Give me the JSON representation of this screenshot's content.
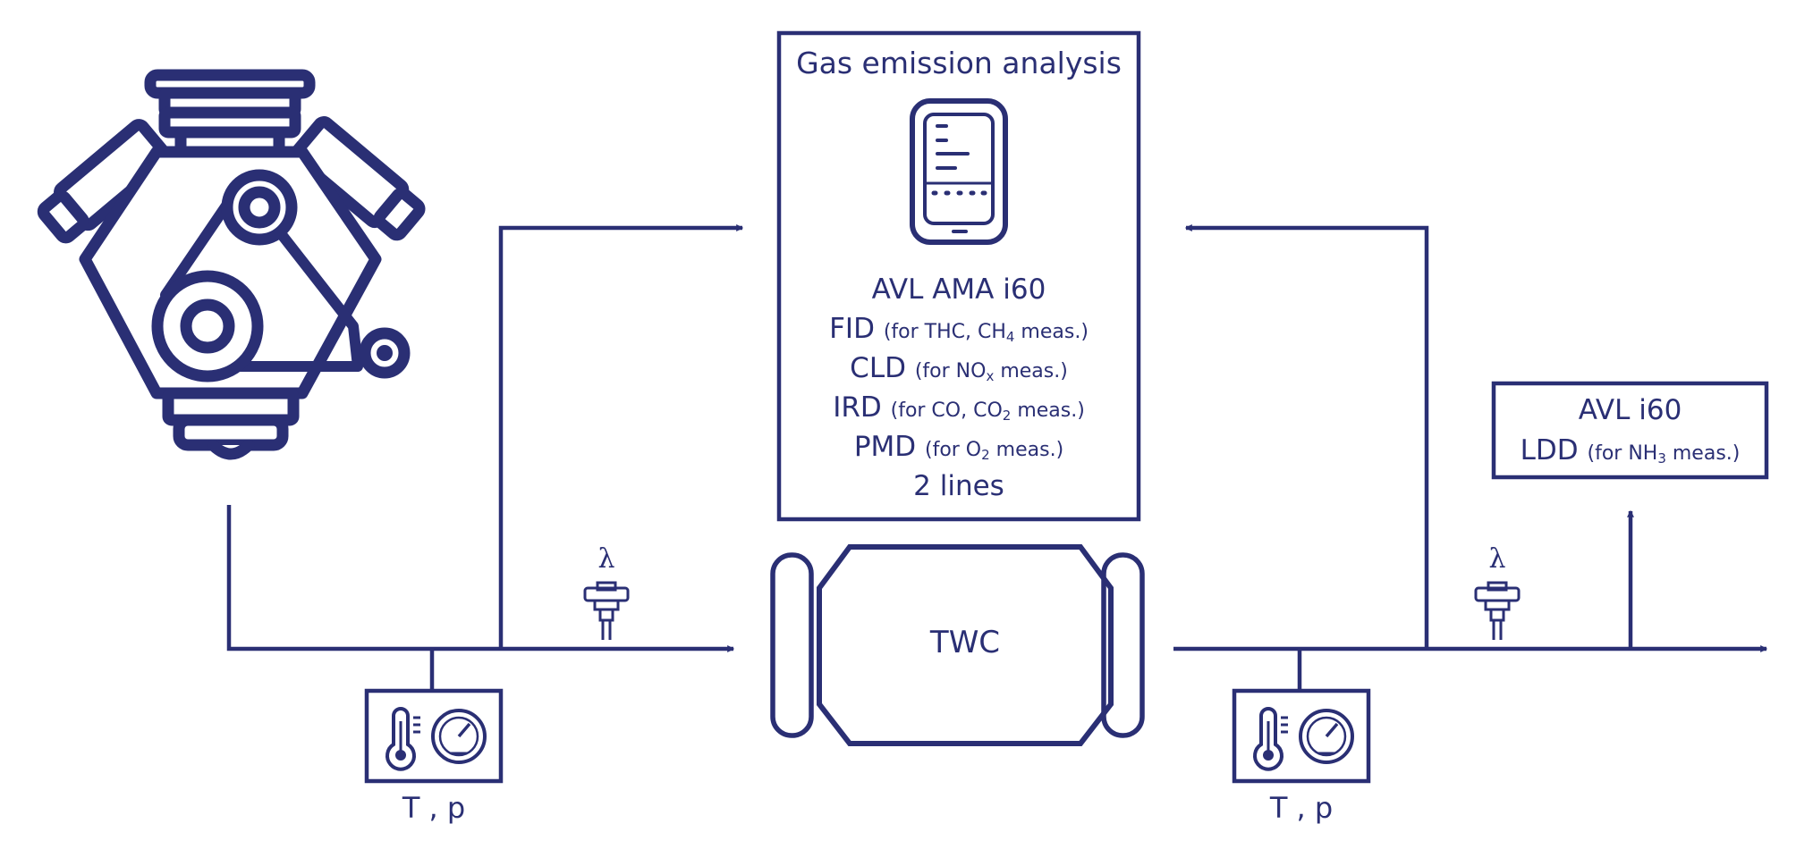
{
  "gas_box": {
    "title": "Gas emission analysis",
    "device": "AVL AMA i60",
    "lines": [
      {
        "main": "FID",
        "note_a": "(for THC, CH",
        "sub": "4",
        "note_b": " meas.)"
      },
      {
        "main": "CLD",
        "note_a": "(for NO",
        "sub": "x",
        "note_b": " meas.)"
      },
      {
        "main": "IRD",
        "note_a": "(for CO, CO",
        "sub": "2",
        "note_b": " meas.)"
      },
      {
        "main": "PMD",
        "note_a": "(for O",
        "sub": "2",
        "note_b": " meas.)"
      }
    ],
    "footer": "2 lines"
  },
  "ldd_box": {
    "device": "AVL i60",
    "line": {
      "main": "LDD",
      "note_a": "(for NH",
      "sub": "3",
      "note_b": " meas.)"
    }
  },
  "catalyst_label": "TWC",
  "lambda_label": "λ",
  "tp_label": "T , p",
  "color": "#2a2f74"
}
